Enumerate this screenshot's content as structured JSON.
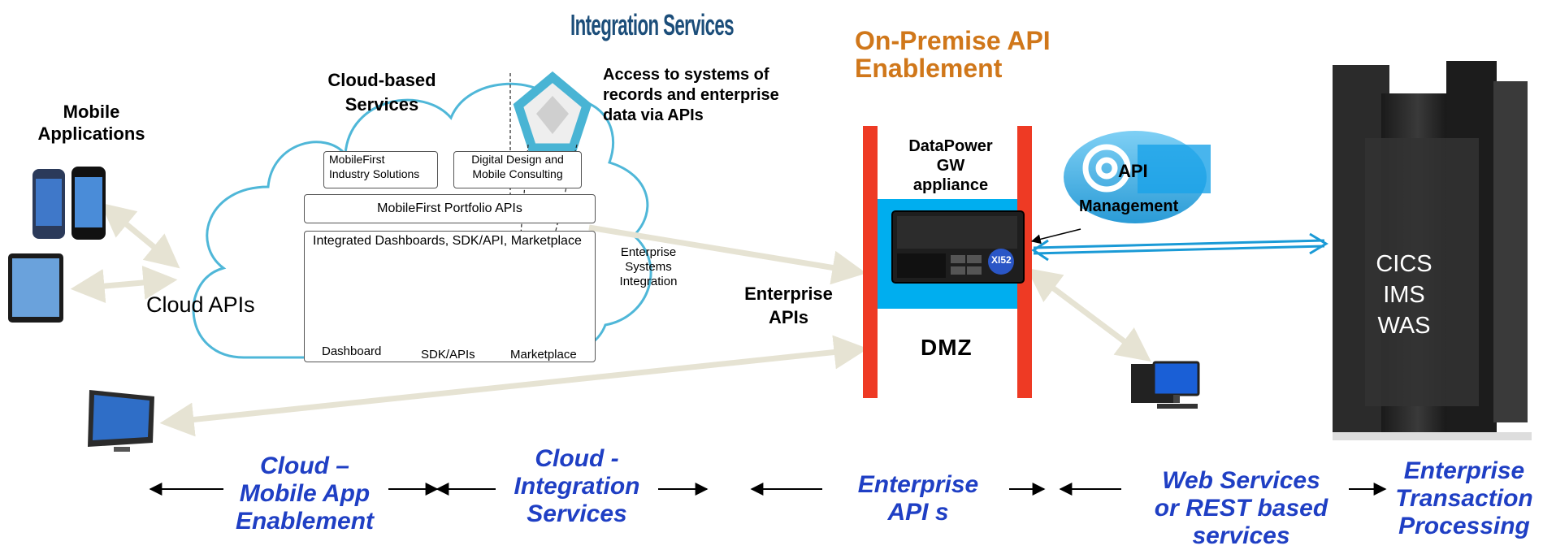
{
  "header": {
    "integration_services": "Integration Services",
    "on_premise": "On-Premise API Enablement"
  },
  "mobile": {
    "title_line1": "Mobile",
    "title_line2": "Applications"
  },
  "cloud": {
    "title_line1": "Cloud-based",
    "title_line2": "Services",
    "cloud_apis": "Cloud APIs",
    "box_mobilefirst_line1": "MobileFirst",
    "box_mobilefirst_line2": "Industry Solutions",
    "box_digital_line1": "Digital Design and",
    "box_digital_line2": "Mobile Consulting",
    "box_portfolio": "MobileFirst Portfolio APIs",
    "box_integrated": "Integrated Dashboards, SDK/API, Marketplace",
    "thumb_dashboard": "Dashboard",
    "thumb_sdk": "SDK/APIs",
    "thumb_marketplace": "Marketplace",
    "enterprise_systems_line1": "Enterprise",
    "enterprise_systems_line2": "Systems",
    "enterprise_systems_line3": "Integration"
  },
  "access_note": {
    "line1": "Access to systems of",
    "line2": "records and enterprise",
    "line3": "data via APIs"
  },
  "dmz": {
    "datapower_line1": "DataPower",
    "datapower_line2": "GW",
    "datapower_line3": "appliance",
    "dmz_label": "DMZ",
    "enterprise_apis_line1": "Enterprise",
    "enterprise_apis_line2": "APIs",
    "appliance_badge": "XI52"
  },
  "api_mgmt": {
    "line1": "API",
    "line2": "Management"
  },
  "server": {
    "line1": "CICS",
    "line2": "IMS",
    "line3": "WAS"
  },
  "bottom": {
    "cloud_mobile_line1": "Cloud –",
    "cloud_mobile_line2": "Mobile App",
    "cloud_mobile_line3": "Enablement",
    "cloud_integration_line1": "Cloud -",
    "cloud_integration_line2": "Integration",
    "cloud_integration_line3": "Services",
    "enterprise_api_line1": "Enterprise",
    "enterprise_api_line2": "API s",
    "web_services_line1": "Web Services",
    "web_services_line2": "or REST based",
    "web_services_line3": "services",
    "enterprise_tp_line1": "Enterprise",
    "enterprise_tp_line2": "Transaction",
    "enterprise_tp_line3": "Processing"
  },
  "colors": {
    "firewall": "#ee3a24",
    "dmz_fill": "#00aeef",
    "title_orange": "#d0771a",
    "title_navy": "#1c4e7a",
    "bottom_blue": "#1f3fc4",
    "cloud_stroke": "#4fb7d8",
    "connector": "#e6e3d3"
  }
}
